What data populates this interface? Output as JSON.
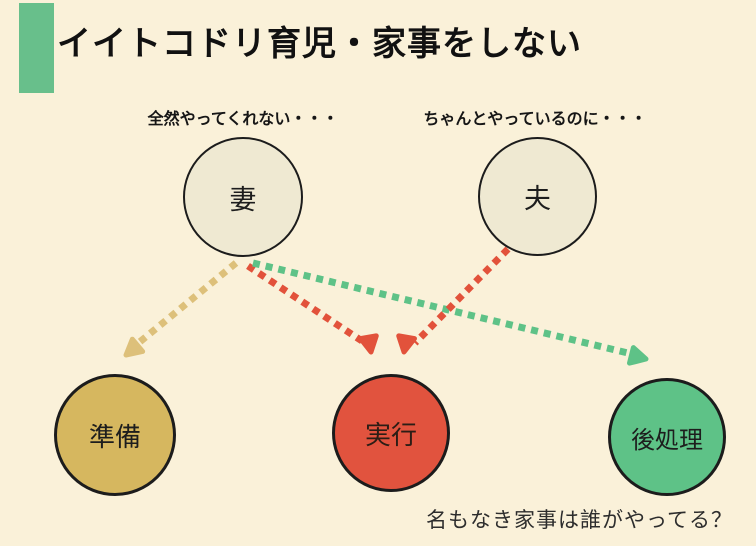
{
  "title": "イイトコドリ育児・家事をしない",
  "captions": {
    "wife": "全然やってくれない・・・",
    "husband": "ちゃんとやっているのに・・・"
  },
  "nodes": {
    "wife": {
      "label": "妻",
      "fill": "#efe9d2"
    },
    "husband": {
      "label": "夫",
      "fill": "#efe9d2"
    },
    "prep": {
      "label": "準備",
      "fill": "#d6b75f"
    },
    "exec": {
      "label": "実行",
      "fill": "#e1533e"
    },
    "post": {
      "label": "後処理",
      "fill": "#5ec287"
    }
  },
  "edges": [
    {
      "from": "wife",
      "to": "prep",
      "style": "dashed",
      "color": "#ddc07a"
    },
    {
      "from": "wife",
      "to": "exec",
      "style": "dashed",
      "color": "#e2523b"
    },
    {
      "from": "wife",
      "to": "post",
      "style": "dashed",
      "color": "#5ec287"
    },
    {
      "from": "husband",
      "to": "exec",
      "style": "dashed",
      "color": "#e2523b"
    }
  ],
  "footnote": "名もなき家事は誰がやってる？",
  "colors": {
    "background": "#faf1d9",
    "accent_bar": "#68bf8b",
    "outline": "#1c1c1c"
  }
}
